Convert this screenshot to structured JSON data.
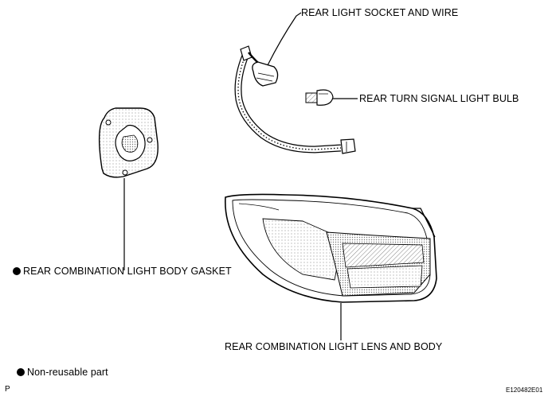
{
  "labels": {
    "socket": "REAR LIGHT SOCKET AND WIRE",
    "bulb": "REAR TURN SIGNAL LIGHT BULB",
    "gasket": "REAR COMBINATION LIGHT BODY GASKET",
    "lens": "REAR COMBINATION LIGHT LENS AND BODY"
  },
  "legend": {
    "text": "Non-reusable part"
  },
  "footer": {
    "corner_letter": "P",
    "figure_id": "E120482E01"
  }
}
